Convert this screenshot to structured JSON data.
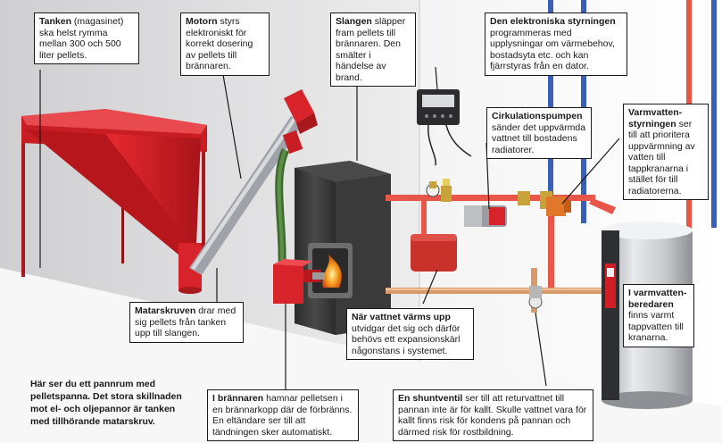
{
  "callouts": {
    "tanken": {
      "title": "Tanken",
      "body": " (magasinet) ska helst rymma mellan 300 och 500 liter pellets."
    },
    "motorn": {
      "title": "Motorn",
      "body": " styrs elektroniskt för korrekt dosering av pellets till brännaren."
    },
    "slangen": {
      "title": "Slangen",
      "body": " släpper fram pellets till brännaren. Den smälter i händelse av brand."
    },
    "styrning": {
      "title": "Den elektroniska styrningen",
      "body": " programmeras med upplysningar om värmebehov, bostadsyta etc. och kan fjärrstyras från en dator."
    },
    "cirkulation": {
      "title": "Cirkulationspumpen",
      "body": " sänder det uppvärmda vattnet till bostadens radiatorer."
    },
    "varmvattenstyrning": {
      "title": "Varmvatten­styrningen",
      "body": " ser till att prioritera uppvärmning av vatten till tappkranarna i stället för till radiatorerna."
    },
    "matarskruven": {
      "title": "Matarskruven",
      "body": " drar med sig pellets från tanken upp till slangen."
    },
    "expansion": {
      "title": "När vattnet värms upp",
      "body": " utvidgar det sig och därför behövs ett expansionskärl någonstans i systemet."
    },
    "beredaren": {
      "title": "I varmvatten-beredaren",
      "body": " finns varmt tappvatten till kranarna."
    },
    "brannaren": {
      "title": "I brännaren",
      "body": " hamnar pelletsen i en brännarkopp där de förbränns. En eltändare ser till att tändningen sker automatiskt."
    },
    "shuntventil": {
      "title": "En shuntventil",
      "body": " ser till att returvattnet till pannan inte är för kallt. Skulle vattnet vara för kallt finns risk för kondens på pannan och därmed risk för rostbildning."
    }
  },
  "intro_text": "Här ser du ett pannrum med pelletspanna. Det stora skillnaden mot el- och oljepannor är tanken med tillhörande matarskruv.",
  "colors": {
    "red": "#d8232a",
    "dark_red": "#a8181c",
    "boiler": "#3a3a3a",
    "wall": "#e2e2e4",
    "hot_pipe": "#e8564a",
    "cold_pipe": "#3b5fb8",
    "copper": "#d99a6a"
  }
}
